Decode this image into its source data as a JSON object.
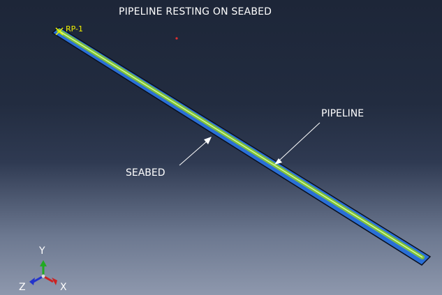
{
  "viewport": {
    "title": "PIPELINE RESTING ON SEABED",
    "background_top": "#1d2638",
    "background_bottom": "#8e98ad"
  },
  "model": {
    "reference_point_label": "RP-1",
    "annotations": {
      "pipeline": "PIPELINE",
      "seabed": "SEABED"
    },
    "colors": {
      "seabed_fill": "#2a6fd6",
      "seabed_outline": "#0a1020",
      "pipe_fill": "#7fbf3a",
      "pipe_highlight": "#d6ff9a",
      "reference_point": "#f2f200",
      "arrow": "#ffffff"
    }
  },
  "triad": {
    "x_label": "X",
    "y_label": "Y",
    "z_label": "Z",
    "colors": {
      "x": "#cc2222",
      "y": "#22aa22",
      "z": "#2233cc"
    }
  }
}
